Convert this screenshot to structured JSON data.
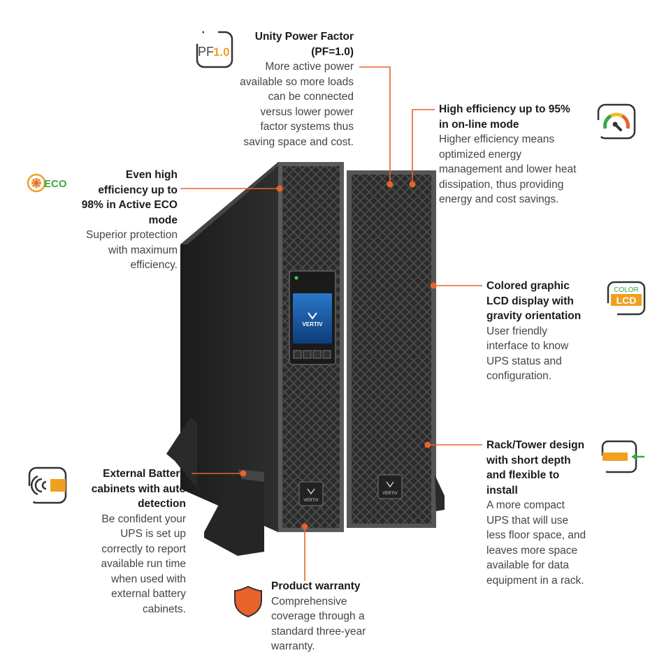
{
  "accent_color": "#e8622c",
  "features": {
    "unity": {
      "title_l1": "Unity Power Factor",
      "title_l2": "(PF=1.0)",
      "desc": [
        "More active power",
        "available so more loads",
        "can be connected",
        "versus lower power",
        "factor systems thus",
        "saving space and cost."
      ],
      "icon": "pf-1.0-icon",
      "icon_text_a": "PF",
      "icon_text_b": "1.0"
    },
    "high_eff": {
      "title_l1": "High efficiency up to 95%",
      "title_l2": "in on-line mode",
      "desc": [
        "Higher efficiency means",
        "optimized energy",
        "management and lower heat",
        "dissipation, thus providing",
        "energy and cost savings."
      ],
      "icon": "gauge-icon"
    },
    "eco": {
      "title": [
        "Even high",
        "efficiency up to",
        "98% in Active ECO",
        "mode"
      ],
      "desc": [
        "Superior protection",
        "with maximum",
        "efficiency."
      ],
      "icon": "eco-icon",
      "icon_text": "ECO"
    },
    "lcd": {
      "title": [
        "Colored graphic",
        "LCD display with",
        "gravity orientation"
      ],
      "desc": [
        "User friendly",
        "interface to know",
        "UPS status and",
        "configuration."
      ],
      "icon": "color-lcd-icon",
      "icon_text_a": "COLOR",
      "icon_text_b": "LCD"
    },
    "rack": {
      "title": [
        "Rack/Tower design",
        "with short depth",
        "and flexible to",
        "install"
      ],
      "desc": [
        "A more compact",
        "UPS that will use",
        "less floor space, and",
        "leaves more space",
        "available for data",
        "equipment in a rack."
      ],
      "icon": "rack-insert-icon"
    },
    "battery": {
      "title": [
        "External Battery",
        "cabinets with auto",
        "detection"
      ],
      "desc": [
        "Be confident your",
        "UPS is set up",
        "correctly to report",
        "available run time",
        "when used with",
        "external battery",
        "cabinets."
      ],
      "icon": "battery-detection-icon"
    },
    "warranty": {
      "title": "Product warranty",
      "desc": [
        "Comprehensive",
        "coverage through a",
        "standard three-year",
        "warranty."
      ],
      "icon": "shield-icon"
    }
  },
  "product": {
    "brand": "VERTIV"
  }
}
